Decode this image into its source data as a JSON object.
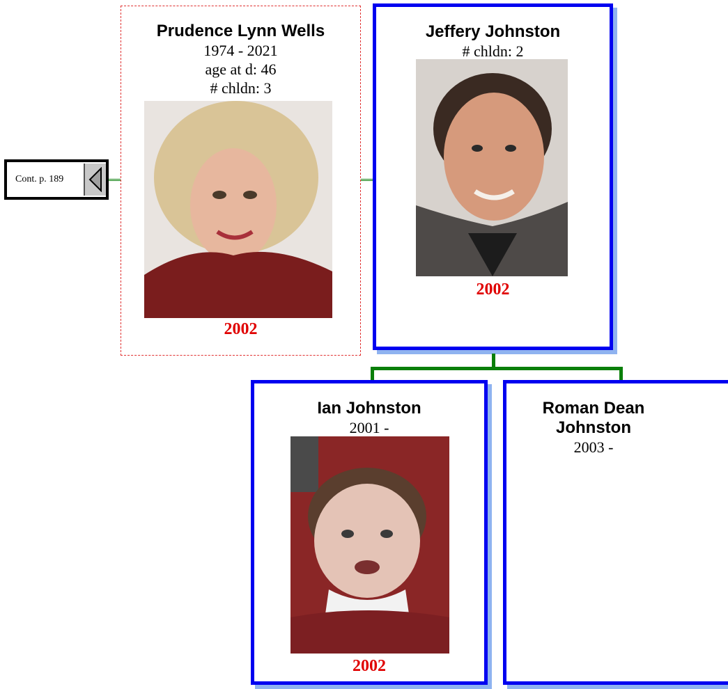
{
  "continuation": {
    "label": "Cont. p. 189",
    "icon": "left-triangle-icon"
  },
  "spouse": {
    "name": "Prudence Lynn Wells",
    "lifespan": "1974 - 2021",
    "age_at_death": "age at d: 46",
    "children": "# chldn: 3",
    "photo_year": "2002"
  },
  "main": {
    "name": "Jeffery Johnston",
    "children": "# chldn: 2",
    "photo_year": "2002"
  },
  "children": [
    {
      "name": "Ian Johnston",
      "lifespan": "2001 -",
      "photo_year": "2002"
    },
    {
      "name": "Roman Dean Johnston",
      "lifespan": "2003 -"
    }
  ],
  "colors": {
    "person_border": "#0000f0",
    "spouse_border": "#e03030",
    "connector": "#0a7f0a",
    "year_text": "#e00000"
  }
}
